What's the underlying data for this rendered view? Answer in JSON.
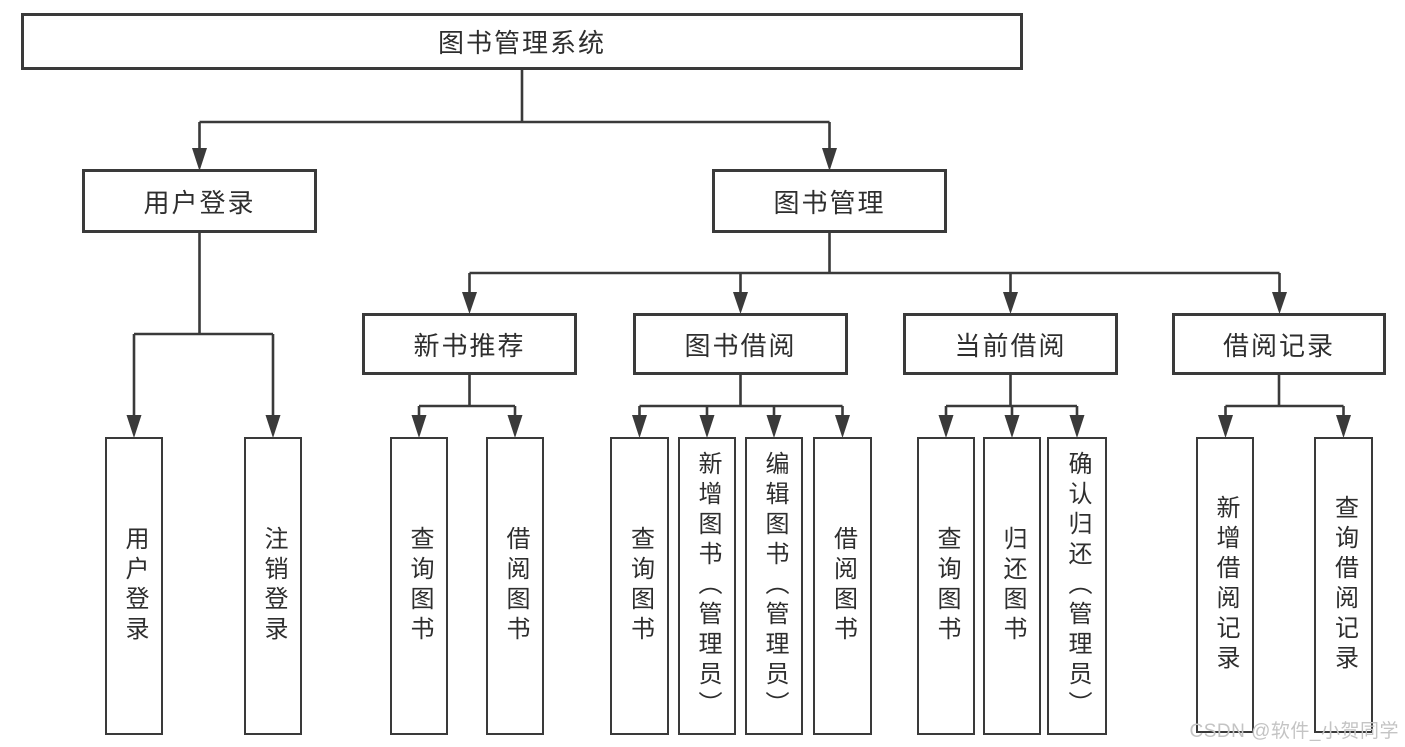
{
  "tree": {
    "root": "图书管理系统",
    "branches": [
      {
        "label": "用户登录",
        "children": [
          "用户登录",
          "注销登录"
        ]
      },
      {
        "label": "图书管理",
        "groups": [
          {
            "label": "新书推荐",
            "children": [
              "查询图书",
              "借阅图书"
            ]
          },
          {
            "label": "图书借阅",
            "children": [
              "查询图书",
              "新增图书（管理员）",
              "编辑图书（管理员）",
              "借阅图书"
            ]
          },
          {
            "label": "当前借阅",
            "children": [
              "查询图书",
              "归还图书",
              "确认归还（管理员）"
            ]
          },
          {
            "label": "借阅记录",
            "children": [
              "新增借阅记录",
              "查询借阅记录"
            ]
          }
        ]
      }
    ]
  },
  "watermark": "CSDN @软件_小贺同学",
  "colors": {
    "line": "#3a3a3a",
    "text": "#2e2e2e",
    "watermark": "#c4c4c4",
    "background": "#ffffff"
  }
}
